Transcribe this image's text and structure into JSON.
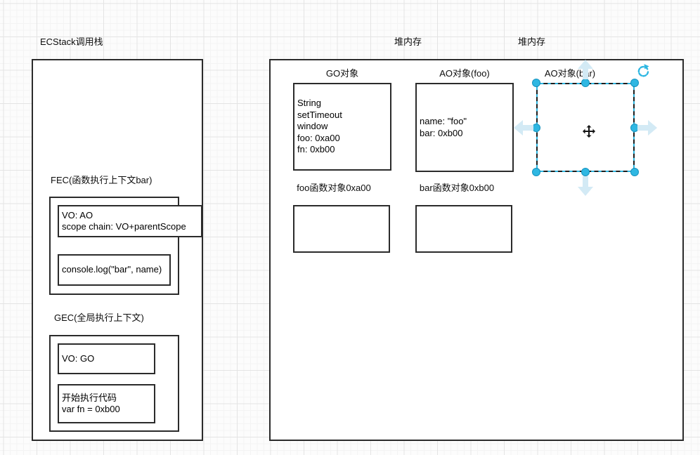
{
  "editor": {
    "selection_color": "#2fb7e2",
    "direction_arrow_color": "#d3eaf5",
    "shape_stroke_color": "#2b2b2b"
  },
  "stack": {
    "title": "ECStack调用栈",
    "fec": {
      "label": "FEC(函数执行上下文bar)",
      "vo_lines": [
        "VO: AO",
        "scope chain: VO+parentScope"
      ],
      "code_lines": [
        "console.log(\"bar\", name)"
      ]
    },
    "gec": {
      "label": "GEC(全局执行上下文)",
      "vo_lines": [
        "VO: GO"
      ],
      "code_lines": [
        "开始执行代码",
        "var fn = 0xb00"
      ]
    }
  },
  "heap": {
    "title_left": "堆内存",
    "title_right": "堆内存",
    "go": {
      "label": "GO对象",
      "lines": [
        "String",
        "setTimeout",
        "window",
        "foo: 0xa00",
        "fn: 0xb00"
      ]
    },
    "ao_foo": {
      "label": "AO对象(foo)",
      "lines": [
        "name: \"foo\"",
        "bar: 0xb00"
      ]
    },
    "ao_bar": {
      "label": "AO对象(bar)"
    },
    "foo_fn": {
      "label": "foo函数对象0xa00"
    },
    "bar_fn": {
      "label": "bar函数对象0xb00"
    }
  }
}
